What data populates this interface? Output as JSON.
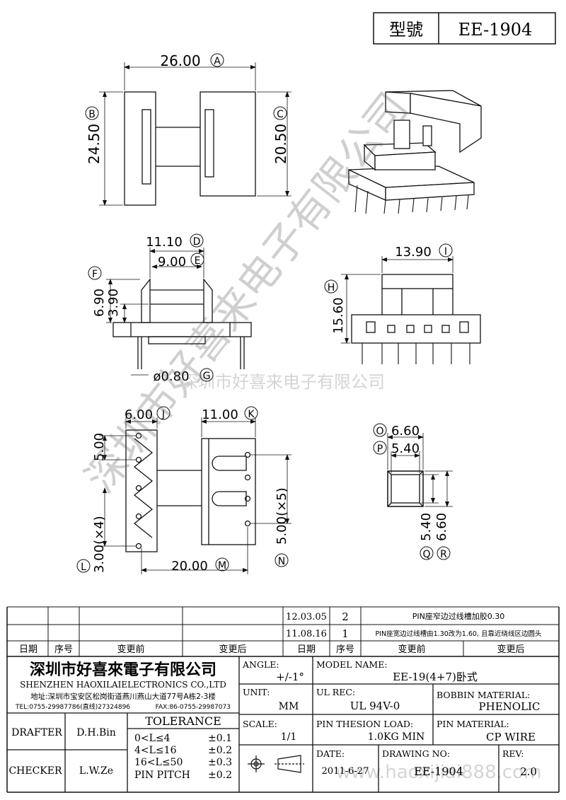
{
  "model_box": {
    "label": "型號",
    "value": "EE-1904"
  },
  "watermark": {
    "line": "深圳市好喜来电子有限公司",
    "url": "www.haoxijiai888.com"
  },
  "dims": {
    "a": "26.00",
    "a_tag": "A",
    "b": "24.50",
    "b_tag": "B",
    "c": "20.50",
    "c_tag": "C",
    "d": "11.10",
    "d_tag": "D",
    "e": "9.00",
    "e_tag": "E",
    "f": "6.90",
    "f_tag": "F",
    "f2": "3.90",
    "g": "ø0.80",
    "g_tag": "G",
    "h": "15.60",
    "h_tag": "H",
    "i": "13.90",
    "i_tag": "I",
    "j": "6.00",
    "j_tag": "J",
    "j2": "5.00",
    "k": "11.00",
    "k_tag": "K",
    "l": "3.00(×4)",
    "l_tag": "L",
    "m": "20.00",
    "m_tag": "M",
    "n": "5.00(×5)",
    "n_tag": "N",
    "o": "6.60",
    "o_tag": "O",
    "p": "5.40",
    "p_tag": "P",
    "q": "5.40",
    "q_tag": "Q",
    "r": "6.60",
    "r_tag": "R"
  },
  "revisions": {
    "rows": [
      {
        "date": "12.03.05",
        "no": "2",
        "change": "PIN座窄边过线槽加胶0.30"
      },
      {
        "date": "11.08.16",
        "no": "1",
        "change": "PIN座宽边过线槽由1.30改为1.60, 且靠近绕线区边圆头"
      }
    ],
    "headers": {
      "date1": "日期",
      "no1": "序号",
      "before1": "变更前",
      "after1": "变更后",
      "date2": "日期",
      "no2": "序号",
      "before2": "变更前",
      "after2": "变更后"
    }
  },
  "company": {
    "name_cn": "深圳市好喜來電子有限公司",
    "name_en": "SHENZHEN HAOXILAIELECTRONICS CO.,LTD",
    "address": "地址:深圳市宝安区松岗街道燕川燕山大道77号A栋2-3楼",
    "tel": "TEL:0755-29987786(直线)27324896",
    "fax": "FAX:86-0755-29987073"
  },
  "title_block": {
    "angle_label": "ANGLE:",
    "angle_value": "+/-1°",
    "model_label": "MODEL NAME:",
    "model_value": "EE-19(4+7)卧式",
    "unit_label": "UNIT:",
    "unit_value": "MM",
    "ul_label": "UL REC:",
    "ul_value": "UL 94V-0",
    "bobbin_label": "BOBBIN MATERIAL:",
    "bobbin_value": "PHENOLIC",
    "scale_label": "SCALE:",
    "scale_value": "1/1",
    "pin_load_label": "PIN THESION LOAD:",
    "pin_load_value": "1.0KG MIN",
    "pin_mat_label": "PIN MATERIAL:",
    "pin_mat_value": "CP  WIRE",
    "date_label": "DATE:",
    "date_value": "2011-6-27",
    "drawing_label": "DRAWING NO:",
    "drawing_value": "EE-1904",
    "rev_label": "REV:",
    "rev_value": "2.0",
    "drafter_label": "DRAFTER",
    "drafter_value": "D.H.Bin",
    "checker_label": "CHECKER",
    "checker_value": "L.W.Ze",
    "tolerance_title": "TOLERANCE",
    "tol1_range": "0<L≤4",
    "tol1_val": "±0.1",
    "tol2_range": "4<L≤16",
    "tol2_val": "±0.2",
    "tol3_range": "16<L≤50",
    "tol3_val": "±0.3",
    "tol4_range": "PIN PITCH",
    "tol4_val": "±0.2"
  }
}
